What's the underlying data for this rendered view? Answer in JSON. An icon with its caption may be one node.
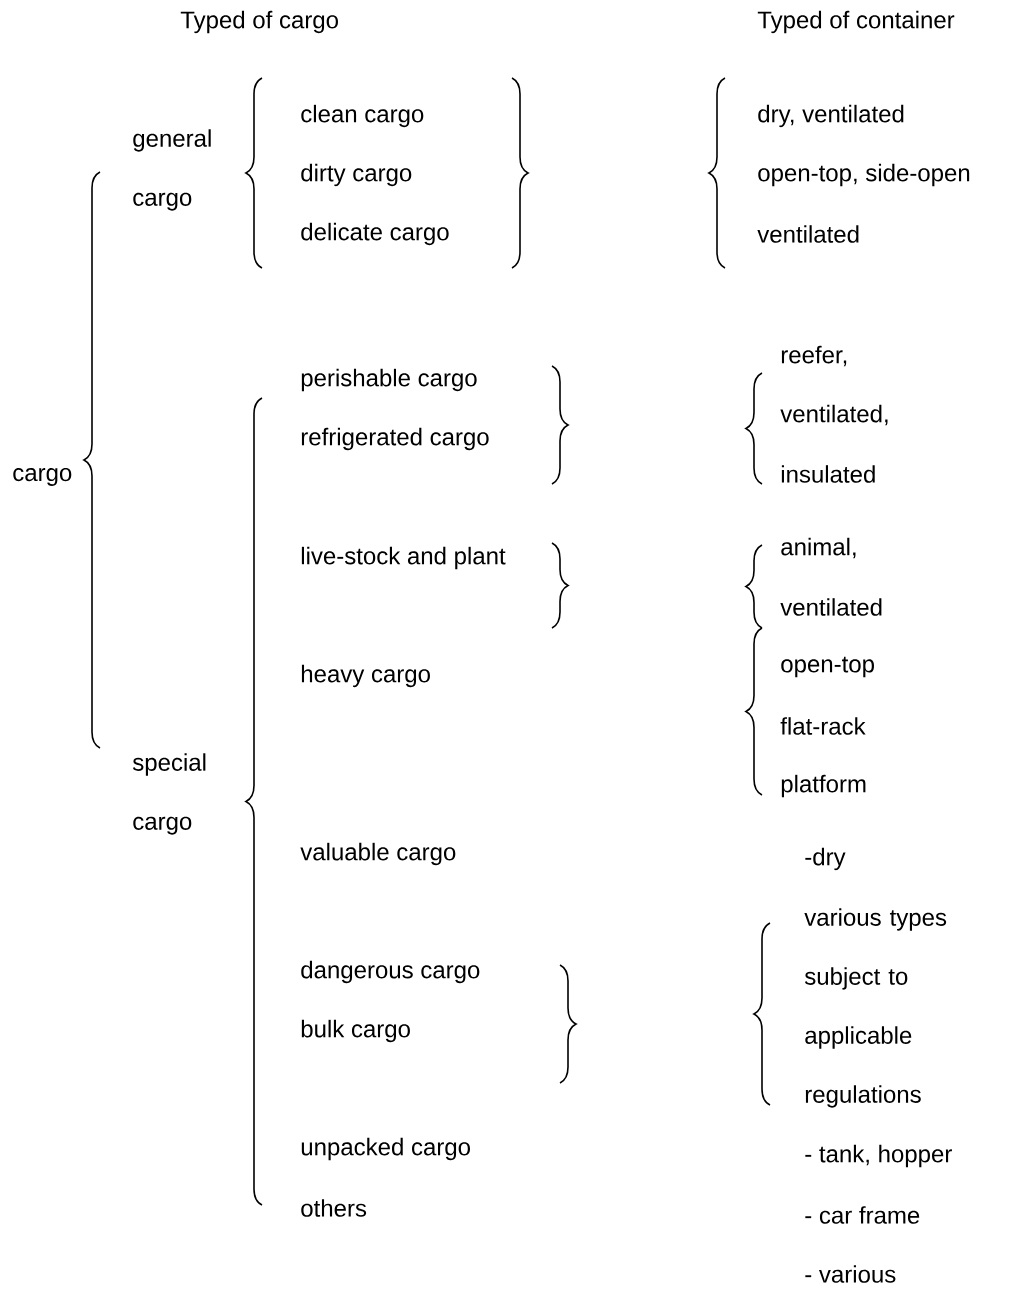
{
  "diagram": {
    "labels": [
      "Typed of cargo",
      "Typed of container",
      "general cargo",
      "clean cargo",
      "dry, ventilated",
      "dirty cargo",
      "open-top, side-open",
      "delicate cargo",
      "ventilated",
      "reefer,",
      "perishable cargo",
      "ventilated,",
      "refrigerated cargo",
      "cargo",
      "insulated",
      "animal,",
      "live-stock and plant",
      "ventilated",
      "heavy cargo",
      "open-top",
      "flat-rack",
      "special cargo",
      "platform",
      "valuable cargo",
      "-dry",
      "various types subject to applicable regulations",
      "dangerous cargo",
      "bulk cargo",
      "unpacked cargo",
      "- tank, hopper",
      "others",
      "- car frame",
      "- various"
    ]
  }
}
